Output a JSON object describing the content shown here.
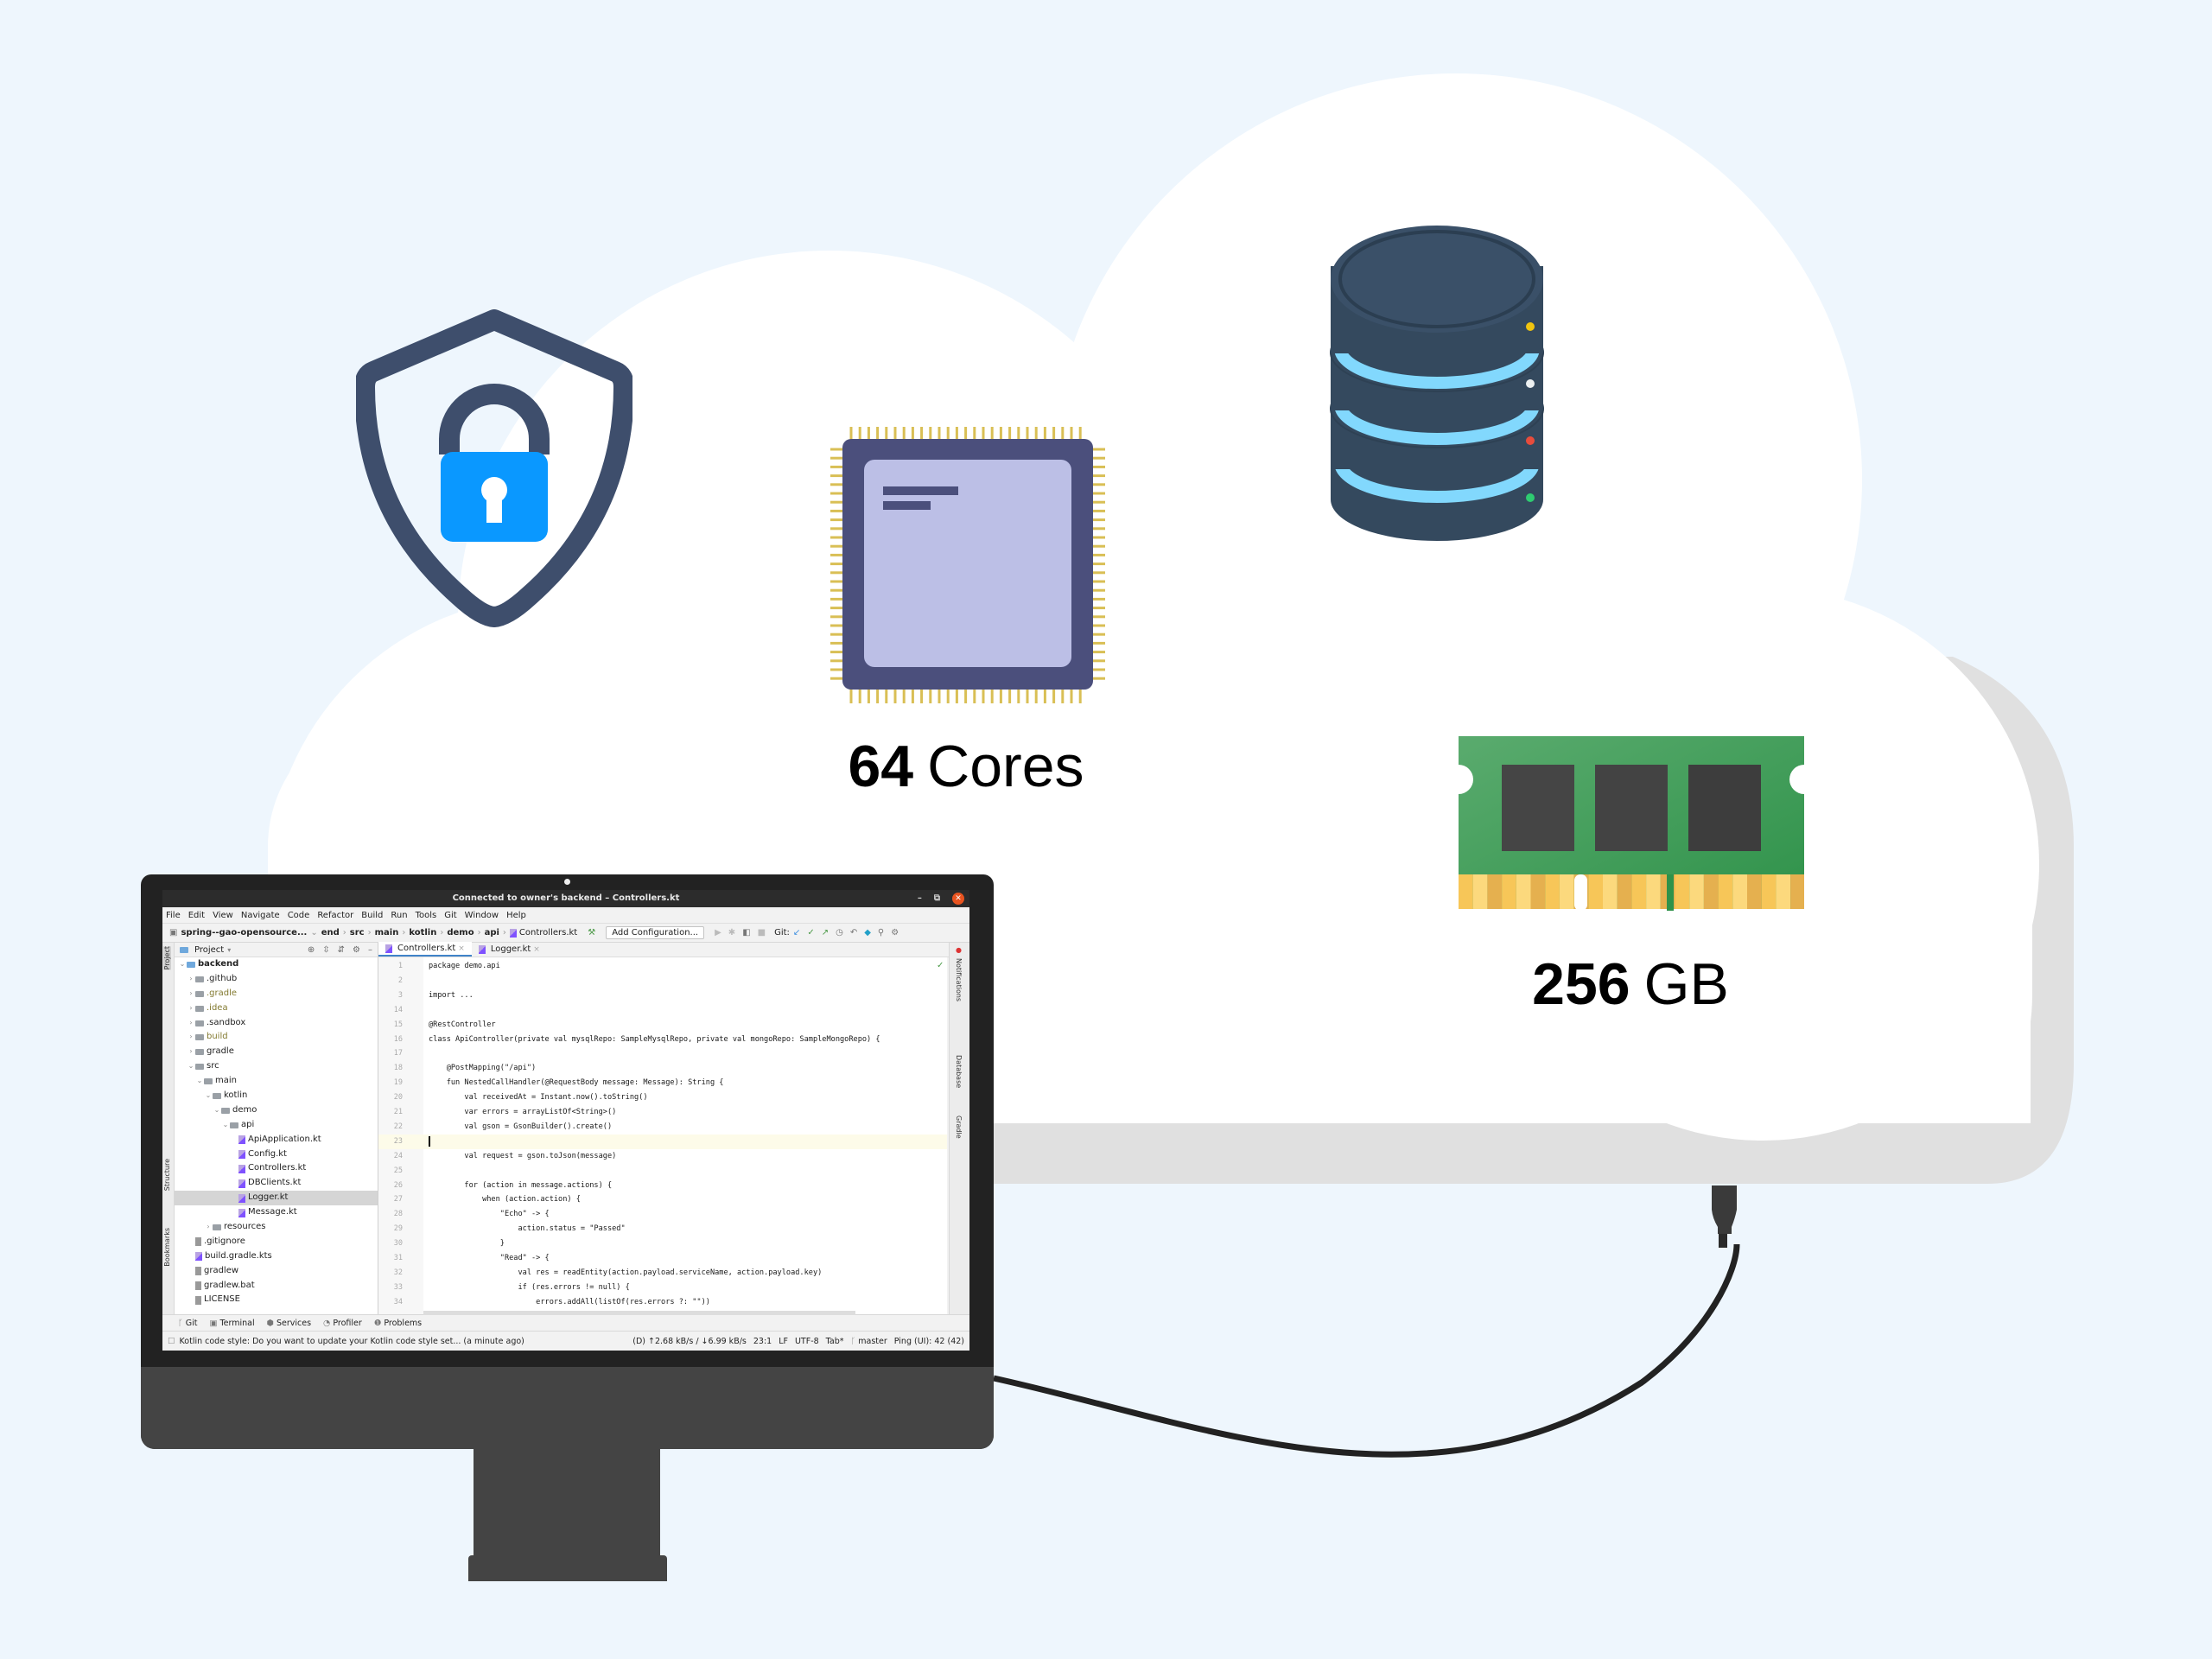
{
  "colors": {
    "background": "#eef6fd",
    "cloud": "#ffffff",
    "cloud_shadow": "#e0e0e0",
    "shield": "#3e4e6c",
    "lock": "#0a98ff",
    "cpu_frame": "#4b4f7c",
    "cpu_die": "#bcbfe6",
    "cpu_pins": "#d9bf55",
    "db_body": "#34495e",
    "db_ring": "#82d8fd",
    "ram_board": "#43a05a",
    "ram_chip": "#444444",
    "ram_contacts": "#f7c658",
    "monitor_bezel": "#222222",
    "monitor_chin": "#444444"
  },
  "icons": {
    "security": "shield-lock-icon",
    "cpu": "cpu-chip-icon",
    "database": "database-icon",
    "memory": "ram-module-icon"
  },
  "specs": {
    "cores": {
      "value": "64",
      "unit": "Cores"
    },
    "memory": {
      "value": "256",
      "unit": "GB"
    }
  },
  "db_leds": [
    "#f1c40f",
    "#ecf0f1",
    "#e74c3c",
    "#2ecc71"
  ],
  "ide": {
    "title": "Connected to owner's backend – Controllers.kt",
    "window_controls": {
      "minimize": "–",
      "restore": "⧉",
      "close": "✕"
    },
    "menu": [
      "File",
      "Edit",
      "View",
      "Navigate",
      "Code",
      "Refactor",
      "Build",
      "Run",
      "Tools",
      "Git",
      "Window",
      "Help"
    ],
    "breadcrumb": {
      "project": "spring--gao-opensource...",
      "path": [
        "end",
        "src",
        "main",
        "kotlin",
        "demo",
        "api"
      ],
      "file": "Controllers.kt"
    },
    "toolbar": {
      "add_configuration": "Add Configuration...",
      "git_label": "Git:"
    },
    "project_panel": {
      "title": "Project",
      "tree": [
        {
          "label": "backend",
          "depth": 0,
          "type": "root",
          "expanded": true
        },
        {
          "label": ".github",
          "depth": 1,
          "type": "folder",
          "expanded": false
        },
        {
          "label": ".gradle",
          "depth": 1,
          "type": "folder-excluded",
          "expanded": false
        },
        {
          "label": ".idea",
          "depth": 1,
          "type": "folder-excluded",
          "expanded": false
        },
        {
          "label": ".sandbox",
          "depth": 1,
          "type": "folder",
          "expanded": false
        },
        {
          "label": "build",
          "depth": 1,
          "type": "folder-excluded",
          "expanded": false
        },
        {
          "label": "gradle",
          "depth": 1,
          "type": "folder",
          "expanded": false
        },
        {
          "label": "src",
          "depth": 1,
          "type": "folder",
          "expanded": true
        },
        {
          "label": "main",
          "depth": 2,
          "type": "folder",
          "expanded": true
        },
        {
          "label": "kotlin",
          "depth": 3,
          "type": "folder",
          "expanded": true
        },
        {
          "label": "demo",
          "depth": 4,
          "type": "folder",
          "expanded": true
        },
        {
          "label": "api",
          "depth": 5,
          "type": "folder",
          "expanded": true
        },
        {
          "label": "ApiApplication.kt",
          "depth": 6,
          "type": "kt"
        },
        {
          "label": "Config.kt",
          "depth": 6,
          "type": "kt"
        },
        {
          "label": "Controllers.kt",
          "depth": 6,
          "type": "kt"
        },
        {
          "label": "DBClients.kt",
          "depth": 6,
          "type": "kt"
        },
        {
          "label": "Logger.kt",
          "depth": 6,
          "type": "kt",
          "selected": true
        },
        {
          "label": "Message.kt",
          "depth": 6,
          "type": "kt"
        },
        {
          "label": "resources",
          "depth": 3,
          "type": "folder",
          "expanded": false
        },
        {
          "label": ".gitignore",
          "depth": 1,
          "type": "file"
        },
        {
          "label": "build.gradle.kts",
          "depth": 1,
          "type": "kt"
        },
        {
          "label": "gradlew",
          "depth": 1,
          "type": "file"
        },
        {
          "label": "gradlew.bat",
          "depth": 1,
          "type": "file"
        },
        {
          "label": "LICENSE",
          "depth": 1,
          "type": "file"
        }
      ]
    },
    "left_tool_windows": [
      "Project",
      "Structure",
      "Bookmarks"
    ],
    "right_tool_windows": [
      "Notifications",
      "Database",
      "Gradle"
    ],
    "editor_tabs": [
      {
        "label": "Controllers.kt",
        "active": true
      },
      {
        "label": "Logger.kt",
        "active": false
      }
    ],
    "code_lines": [
      {
        "n": "1",
        "text": "package demo.api"
      },
      {
        "n": "2",
        "text": ""
      },
      {
        "n": "3",
        "text": "import ..."
      },
      {
        "n": "14",
        "text": ""
      },
      {
        "n": "15",
        "text": "@RestController"
      },
      {
        "n": "16",
        "text": "class ApiController(private val mysqlRepo: SampleMysqlRepo, private val mongoRepo: SampleMongoRepo) {"
      },
      {
        "n": "17",
        "text": ""
      },
      {
        "n": "18",
        "text": "    @PostMapping(\"/api\")"
      },
      {
        "n": "19",
        "text": "    fun NestedCallHandler(@RequestBody message: Message): String {"
      },
      {
        "n": "20",
        "text": "        val receivedAt = Instant.now().toString()"
      },
      {
        "n": "21",
        "text": "        var errors = arrayListOf<String>()"
      },
      {
        "n": "22",
        "text": "        val gson = GsonBuilder().create()"
      },
      {
        "n": "23",
        "text": "",
        "current": true
      },
      {
        "n": "24",
        "text": "        val request = gson.toJson(message)"
      },
      {
        "n": "25",
        "text": ""
      },
      {
        "n": "26",
        "text": "        for (action in message.actions) {"
      },
      {
        "n": "27",
        "text": "            when (action.action) {"
      },
      {
        "n": "28",
        "text": "                \"Echo\" -> {"
      },
      {
        "n": "29",
        "text": "                    action.status = \"Passed\""
      },
      {
        "n": "30",
        "text": "                }"
      },
      {
        "n": "31",
        "text": "                \"Read\" -> {"
      },
      {
        "n": "32",
        "text": "                    val res = readEntity(action.payload.serviceName, action.payload.key)"
      },
      {
        "n": "33",
        "text": "                    if (res.errors != null) {"
      },
      {
        "n": "34",
        "text": "                        errors.addAll(listOf(res.errors ?: \"\"))"
      }
    ],
    "bottom_tools": [
      "Git",
      "Terminal",
      "Services",
      "Profiler",
      "Problems"
    ],
    "status": {
      "message": "Kotlin code style: Do you want to update your Kotlin code style set... (a minute ago)",
      "network": "(D) ↑2.68 kB/s / ↓6.99 kB/s",
      "position": "23:1",
      "line_sep": "LF",
      "encoding": "UTF-8",
      "indent": "Tab*",
      "branch": "master",
      "ping": "Ping (UI): 42 (42)"
    }
  }
}
